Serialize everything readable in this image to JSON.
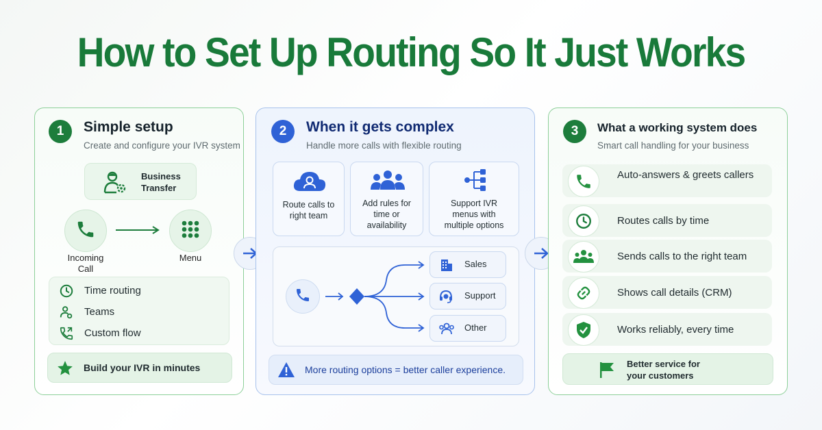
{
  "title": "How to Set Up Routing So It Just Works",
  "colors": {
    "green": "#197a3a",
    "blue": "#2f62d6",
    "light_green": "#eaf6ec",
    "light_blue": "#eef4fd"
  },
  "step1": {
    "number": "1",
    "heading": "Simple setup",
    "subheading": "Create and configure your IVR system",
    "business_transfer": "Business Transfer",
    "incoming_call": "Incoming Call",
    "menu": "Menu",
    "options": [
      {
        "icon": "clock-icon",
        "label": "Time routing"
      },
      {
        "icon": "team-icon",
        "label": "Teams"
      },
      {
        "icon": "call-flow-icon",
        "label": "Custom flow"
      }
    ],
    "build": "Build your IVR in minutes"
  },
  "step2": {
    "number": "2",
    "heading": "When it gets complex",
    "subheading": "Handle more calls with flexible routing",
    "features": [
      {
        "icon": "cloud-agent-icon",
        "label": "Route calls to right team"
      },
      {
        "icon": "people-icon",
        "label": "Add rules for time or availability"
      },
      {
        "icon": "hierarchy-icon",
        "label": "Support IVR menus with multiple options"
      }
    ],
    "destinations": [
      {
        "icon": "building-icon",
        "label": "Sales"
      },
      {
        "icon": "headset-icon",
        "label": "Support"
      },
      {
        "icon": "users-icon",
        "label": "Other"
      }
    ],
    "note": "More routing options = better caller experience."
  },
  "step3": {
    "number": "3",
    "heading": "What a working system does",
    "subheading": "Smart call handling for your business",
    "items": [
      {
        "icon": "phone-icon",
        "label": "Auto-answers & greets callers"
      },
      {
        "icon": "clock-icon",
        "label": "Routes calls by time"
      },
      {
        "icon": "team-icon",
        "label": "Sends calls to the right team"
      },
      {
        "icon": "link-icon",
        "label": "Shows call details (CRM)"
      },
      {
        "icon": "shield-check-icon",
        "label": "Works reliably, every time"
      }
    ],
    "footer": "Better service for your customers"
  }
}
